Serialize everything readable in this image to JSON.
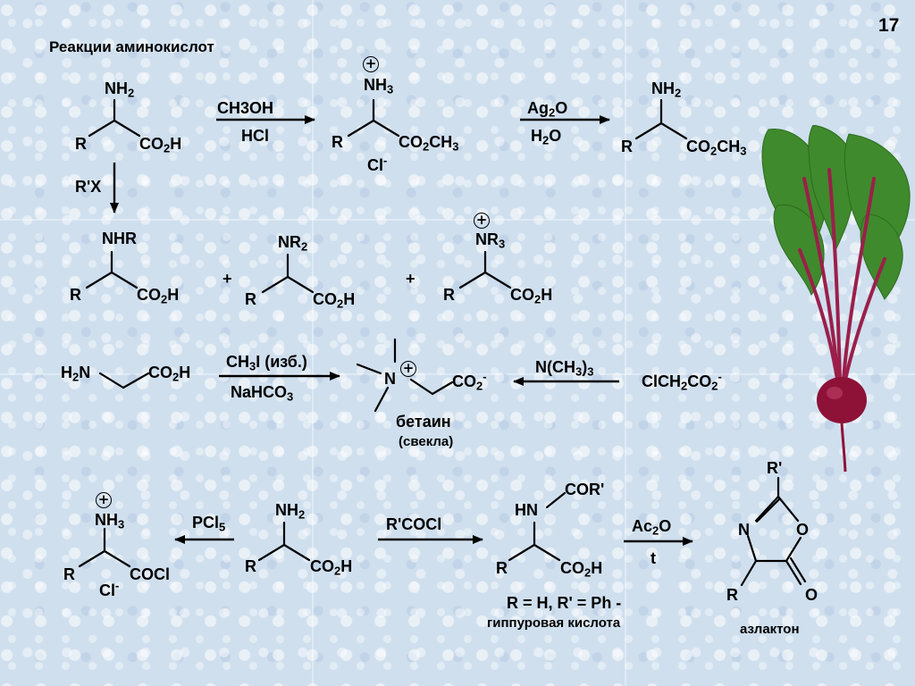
{
  "slide": {
    "number": "17",
    "title": "Реакции аминокислот"
  },
  "labels": {
    "r": "R",
    "nh2": "NH",
    "nh3": "NH",
    "nhr": "NHR",
    "nr2": "NR",
    "nr3": "NR",
    "co2h": "CO",
    "co2ch3": "CO",
    "cl_minus": "Cl",
    "r_prime_x": "R'X",
    "plus": "+",
    "h2n": "H",
    "n": "N",
    "co2_minus": "CO",
    "clch2co2": "ClCH",
    "cocl": "COCl",
    "hn": "HN",
    "cor_prime": "COR'",
    "r_prime": "R'",
    "o": "O",
    "two": "2",
    "three": "3",
    "minus": "-",
    "h": "H"
  },
  "reagents": {
    "ch3oh": "CH3OH",
    "hcl": "HCl",
    "ag2o": "Ag",
    "h2o": "H",
    "ch3i": "CH3I (изб.)",
    "nahco3": "NaHCO",
    "nch33": "N(CH3)",
    "pcl5": "PCl",
    "rcocl": "R'COCl",
    "ac2o": "Ac",
    "t": "t"
  },
  "captions": {
    "betaine": "бетаин",
    "beet": "(свекла)",
    "hippuric_condition": "R = H, R' = Ph -",
    "hippuric_acid": "гиппуровая кислота",
    "azlactone": "азлактон"
  },
  "colors": {
    "background": "#cfdfee",
    "ink": "#000000",
    "leaf": "#3f8a2c",
    "stem": "#9b1f4a",
    "root": "#8e1238"
  },
  "icons": {
    "positive_charge": "circled-plus",
    "illustration": "beetroot-image"
  }
}
